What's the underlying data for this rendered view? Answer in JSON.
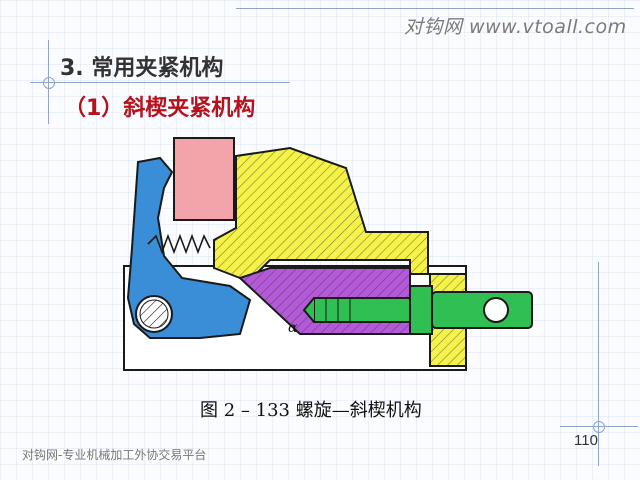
{
  "slide": {
    "watermark": "对钩网  www.vtoall.com",
    "section_title": "3. 常用夹紧机构",
    "sub_title": "（1）斜楔夹紧机构",
    "figure": {
      "caption": "图 2 – 133    螺旋—斜楔机构",
      "alpha_label": "α",
      "colors": {
        "body": "#f5f24a",
        "wedge": "#b45ad8",
        "lever": "#3a8ed8",
        "screw": "#2fbf52",
        "top_block": "#f3a3aa",
        "outline": "#1a1a1a"
      }
    },
    "page_number": "110",
    "footer_text": "对钩网-专业机械加工外协交易平台"
  }
}
